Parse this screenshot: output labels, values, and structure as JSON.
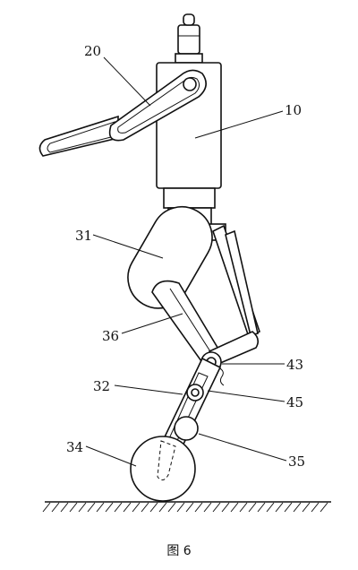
{
  "labels": {
    "l20": "20",
    "l10": "10",
    "l31": "31",
    "l36": "36",
    "l43": "43",
    "l32": "32",
    "l45": "45",
    "l34": "34",
    "l35": "35"
  },
  "caption": "图 6",
  "colors": {
    "line": "#111111",
    "background": "#ffffff"
  }
}
